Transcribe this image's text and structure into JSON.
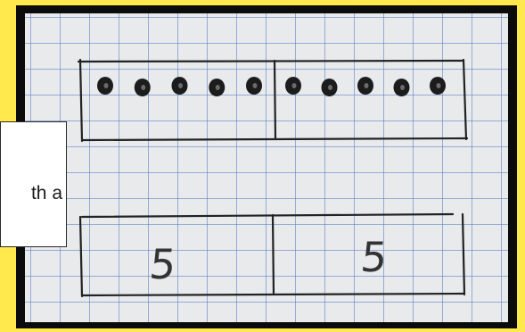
{
  "photo": {
    "top_bar": {
      "dot_count_left": 5,
      "dot_count_right": 5
    },
    "bottom_bar": {
      "left_value": "5",
      "right_value": "5"
    }
  },
  "caption": {
    "text_fragment": "th a"
  },
  "colors": {
    "background": "#ffe94d",
    "frame": "#0b0b0b",
    "grid_line": "#5078be",
    "ink": "#222222"
  }
}
